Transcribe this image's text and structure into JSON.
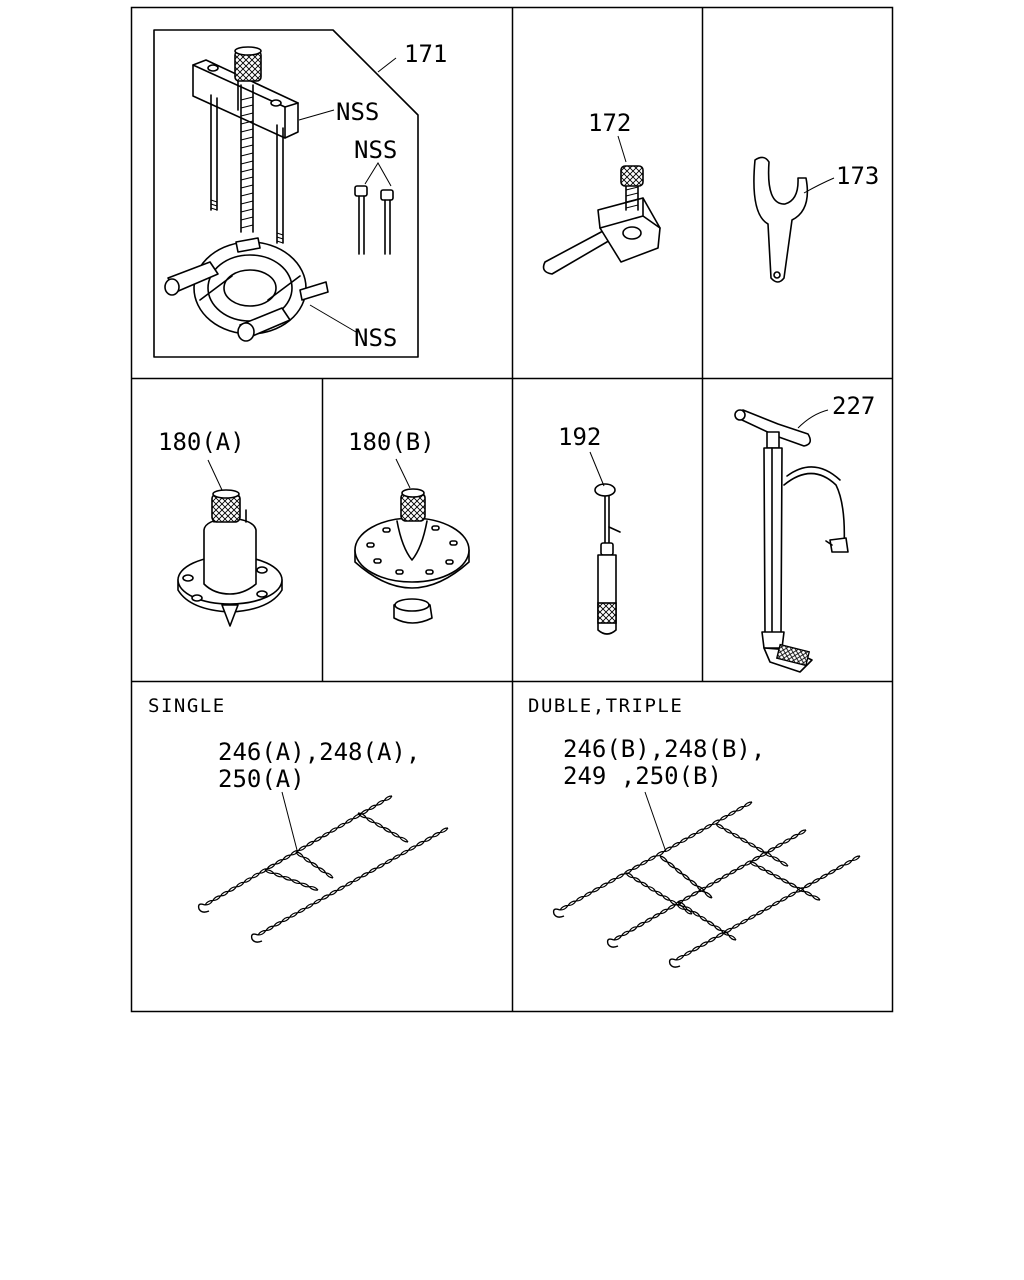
{
  "callouts": {
    "c171": "171",
    "c171_nss_top": "NSS",
    "c171_nss_mid": "NSS",
    "c171_nss_bottom": "NSS",
    "c172": "172",
    "c173": "173",
    "c180a": "180(A)",
    "c180b": "180(B)",
    "c192": "192",
    "c227": "227"
  },
  "chains": {
    "single": {
      "header": "SINGLE",
      "label_line1": "246(A),248(A),",
      "label_line2": "250(A)"
    },
    "double_triple": {
      "header": "DUBLE,TRIPLE",
      "label_line1": "246(B),248(B),",
      "label_line2": "249 ,250(B)"
    }
  },
  "icons": {
    "puller": "bearing-puller-icon",
    "tool172": "valve-lifter-tool-icon",
    "tool173": "hook-spanner-icon",
    "tool180a": "bearing-installer-a-icon",
    "tool180b": "bearing-installer-b-icon",
    "tool192": "tire-valve-tool-icon",
    "tool227": "tire-pump-icon",
    "chain_single": "tire-chain-single-icon",
    "chain_multi": "tire-chain-double-triple-icon"
  }
}
